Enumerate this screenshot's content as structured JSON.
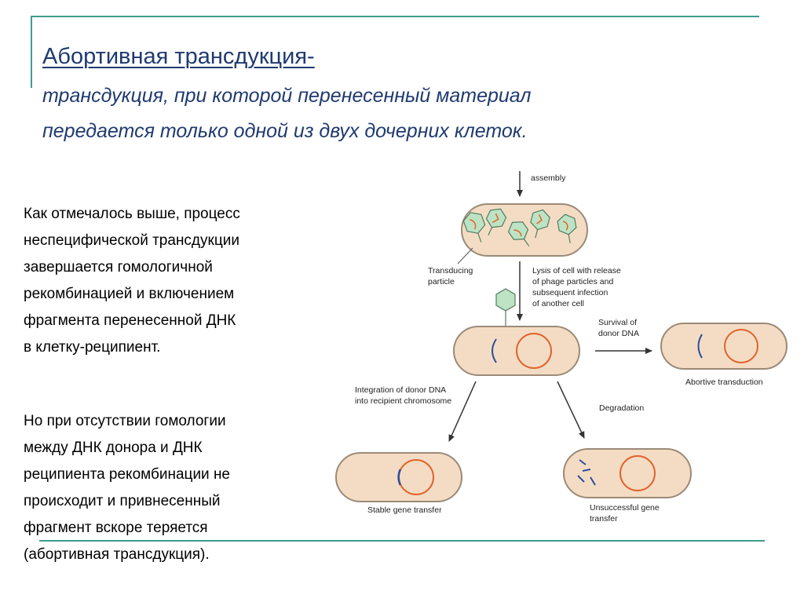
{
  "slide": {
    "title": "Абортивная трансдукция-",
    "subtitle_line1": "трансдукция, при которой перенесенный материал",
    "subtitle_line2": "передается только одной из двух дочерних клеток."
  },
  "paragraphs": [
    "Как отмечалось выше, процесс\nнеспецифической трансдукции\nзавершается гомологичной\nрекомбинацией и включением\nфрагмента перенесенной ДНК\nв клетку-реципиент.",
    " Но при отсутствии гомологии\nмежду ДНК донора и ДНК\nреципиента рекомбинации не\nпроисходит и привнесенный\nфрагмент вскоре теряется\n(абортивная трансдукция)."
  ],
  "diagram": {
    "assembly": "assembly",
    "transducing_particle_1": "Transducing",
    "transducing_particle_2": "particle",
    "lysis_1": "Lysis of cell with release",
    "lysis_2": "of phage particles and",
    "lysis_3": "subsequent infection",
    "lysis_4": "of another cell",
    "survival_1": "Survival of",
    "survival_2": "donor DNA",
    "abortive": "Abortive transduction",
    "integration_1": "Integration of donor DNA",
    "integration_2": "into recipient chromosome",
    "degradation": "Degradation",
    "stable": "Stable gene transfer",
    "unsuccessful_1": "Unsuccessful gene",
    "unsuccessful_2": "transfer"
  },
  "colors": {
    "frame": "#3f9c8e",
    "title": "#1f3a70",
    "cell_fill": "#f4dcc4",
    "cell_stroke": "#9b8a78",
    "chromosome": "#e0632c",
    "donor_dna": "#2c4e9c",
    "phage_fill": "#bde3c4",
    "phage_stroke": "#4f7d60"
  }
}
